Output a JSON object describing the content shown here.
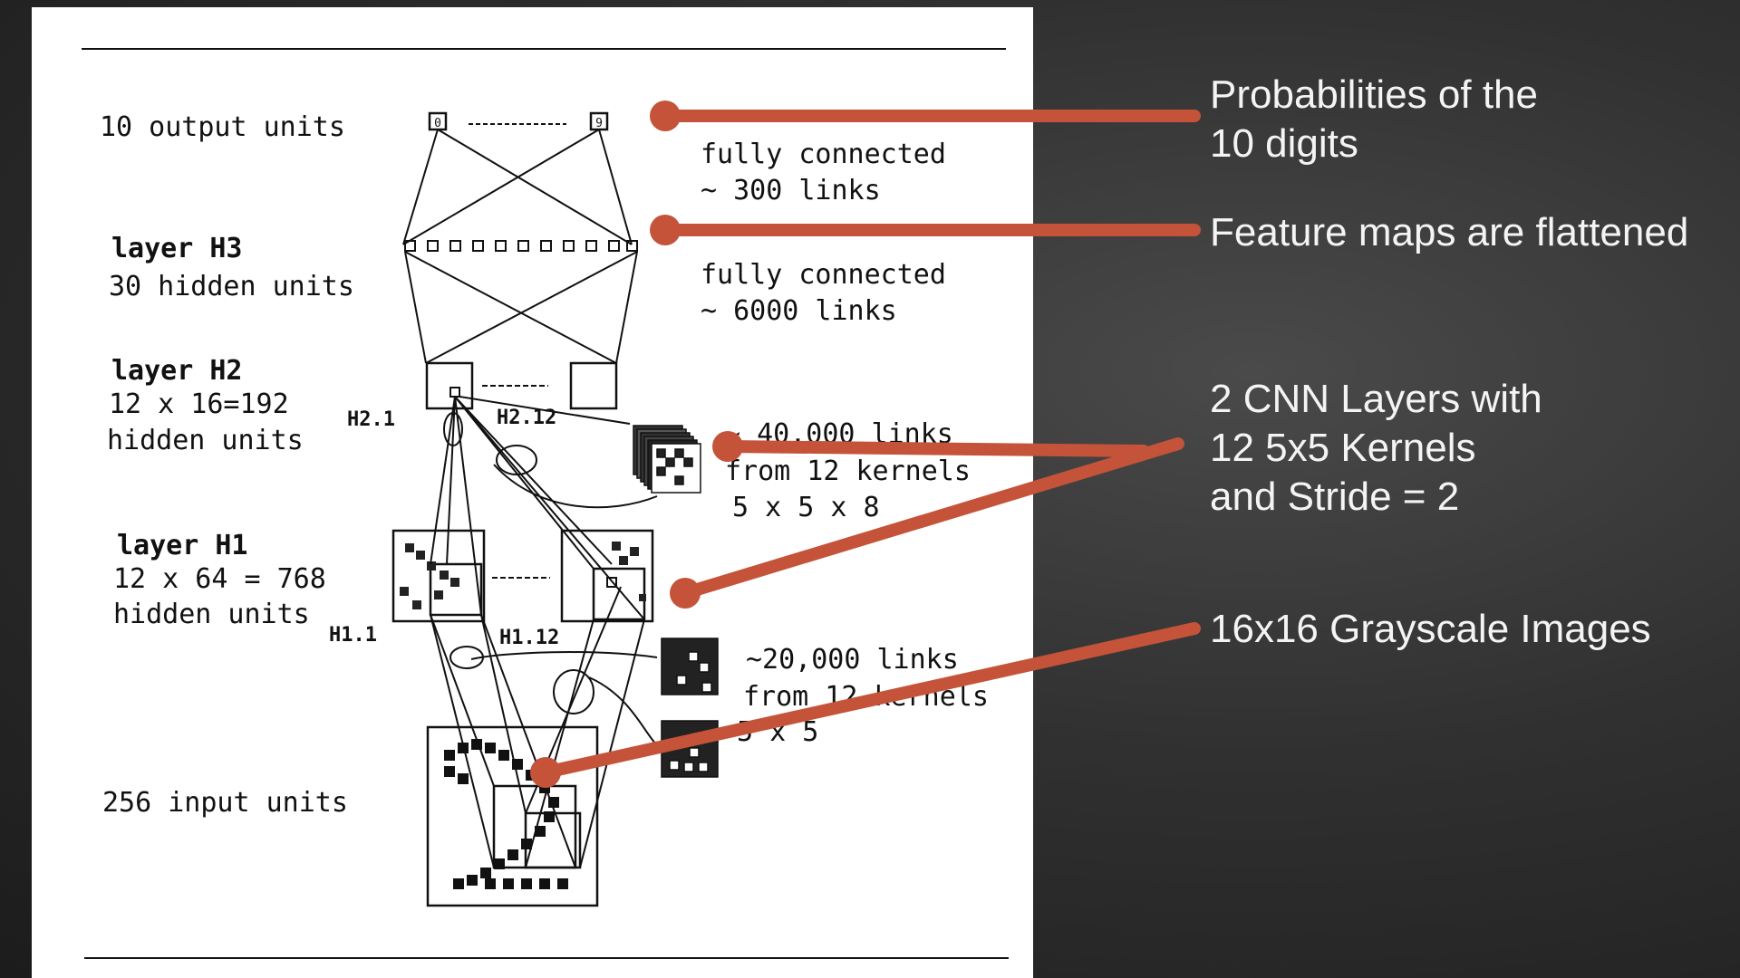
{
  "figure": {
    "output_layer": {
      "label": "10 output units",
      "first_unit": "0",
      "last_unit": "9"
    },
    "fc_output": {
      "line1": "fully connected",
      "line2": "~ 300 links"
    },
    "layer_h3": {
      "title": "layer H3",
      "subtitle": "30 hidden units"
    },
    "fc_h3": {
      "line1": "fully connected",
      "line2": "~ 6000 links"
    },
    "layer_h2": {
      "title": "layer H2",
      "line2": "12 x 16=192",
      "line3": "hidden units",
      "map_first": "H2.1",
      "map_last": "H2.12"
    },
    "conv2_links": {
      "line1": "~ 40,000 links",
      "line2": "from 12 kernels",
      "line3": "5 x 5 x 8"
    },
    "layer_h1": {
      "title": "layer H1",
      "line2": "12 x 64 = 768",
      "line3": "hidden units",
      "map_first": "H1.1",
      "map_last": "H1.12"
    },
    "conv1_links": {
      "line1": "~20,000 links",
      "line2": "from 12 kernels",
      "line3": "5 x 5"
    },
    "input_layer": {
      "label": "256 input units"
    }
  },
  "annotations": {
    "output": {
      "line1": "Probabilities of the",
      "line2": "10 digits"
    },
    "flatten": {
      "line1": "Feature maps are flattened"
    },
    "cnn": {
      "line1": "2 CNN Layers with",
      "line2": "12 5x5 Kernels",
      "line3": "and Stride = 2"
    },
    "input": {
      "line1": "16x16  Grayscale Images"
    }
  },
  "colors": {
    "accent": "#c4533a",
    "background": "#2a2a2a",
    "paper": "#ffffff",
    "annotation_text": "#f4f4f4"
  }
}
